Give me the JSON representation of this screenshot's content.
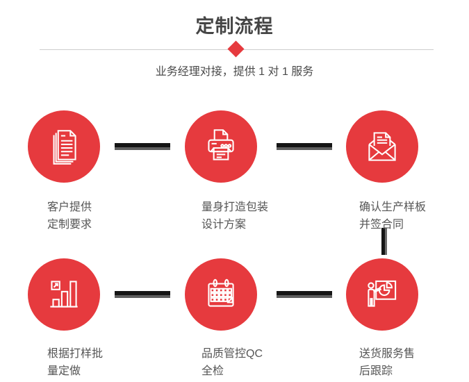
{
  "page": {
    "title": "定制流程",
    "subtitle": "业务经理对接，提供 1 对 1 服务"
  },
  "colors": {
    "accent_red": "#e63a3e",
    "connector_dark": "#151515",
    "connector_gray": "#5e5e5e",
    "title_text": "#454545",
    "body_text": "#555555",
    "divider_line": "#cccccc",
    "icon_stroke": "#ffffff"
  },
  "steps": [
    {
      "icon": "documents-icon",
      "label_lines": [
        "客户提供",
        "定制要求"
      ]
    },
    {
      "icon": "printer-icon",
      "label_lines": [
        "量身打造包装",
        "设计方案"
      ]
    },
    {
      "icon": "envelope-icon",
      "label_lines": [
        "确认生产样板",
        "并签合同"
      ]
    },
    {
      "icon": "bar-chart-icon",
      "label_lines": [
        "根据打样批",
        "量定做"
      ]
    },
    {
      "icon": "calendar-icon",
      "label_lines": [
        "品质管控QC",
        "全检"
      ]
    },
    {
      "icon": "presentation-icon",
      "label_lines": [
        "送货服务售",
        "后跟踪"
      ]
    }
  ]
}
